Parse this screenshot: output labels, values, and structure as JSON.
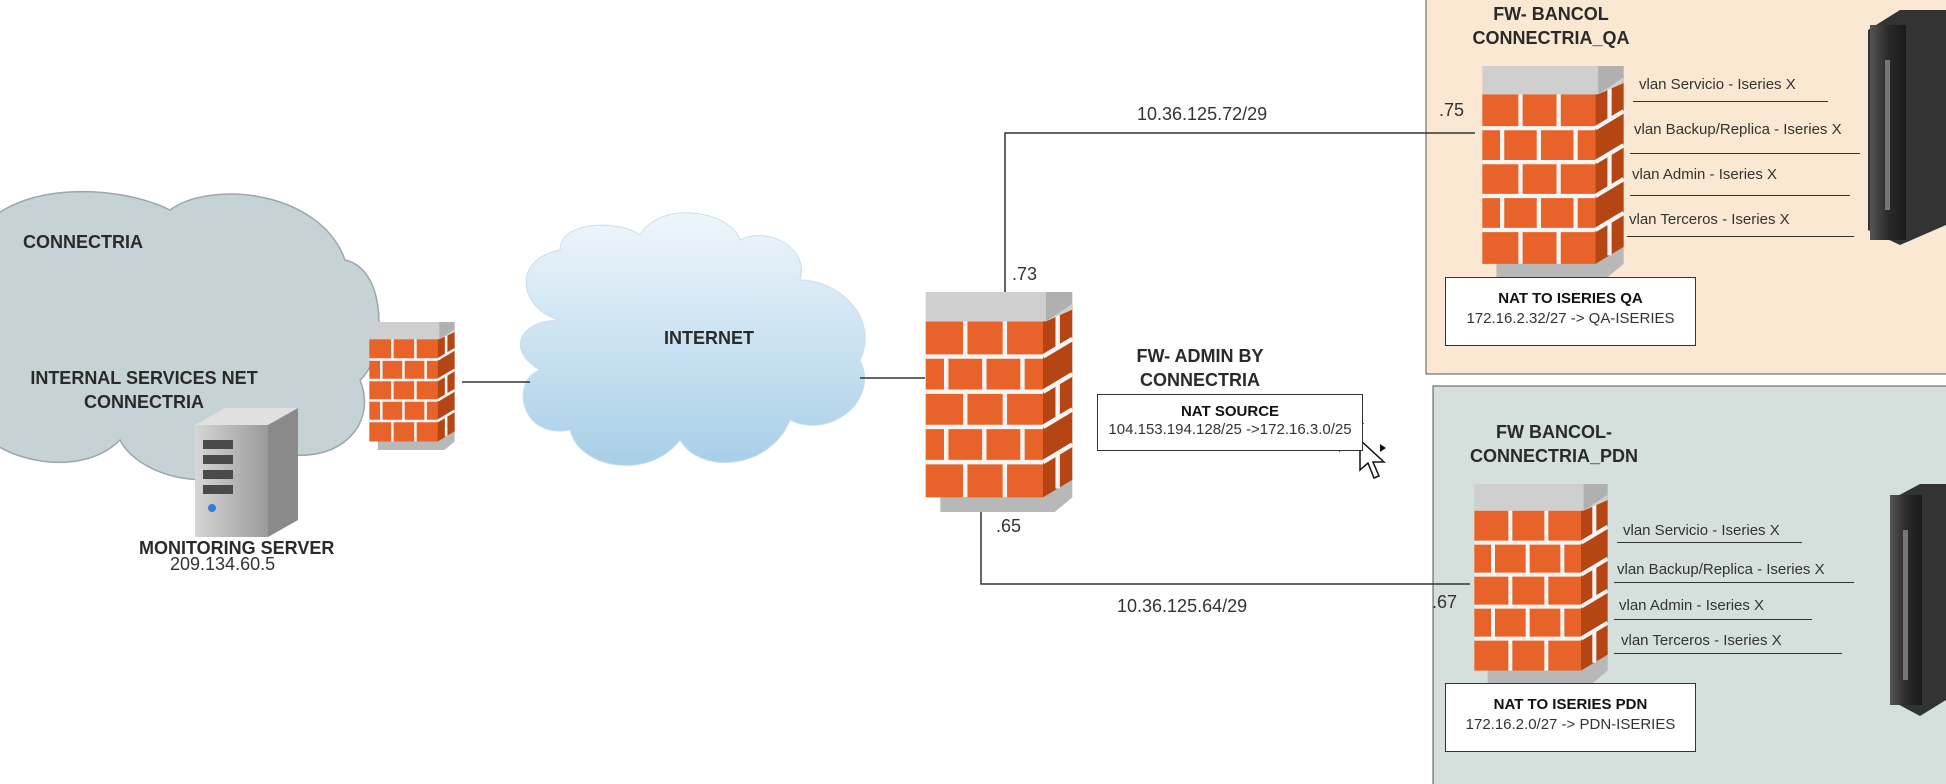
{
  "left_zone": {
    "title": "CONNECTRIA",
    "internal_net": [
      "INTERNAL SERVICES NET",
      "CONNECTRIA"
    ],
    "monitor_label": "MONITORING SERVER",
    "monitor_ip": "209.134.60.5"
  },
  "internet": {
    "label": "INTERNET"
  },
  "admin_fw": {
    "title": [
      "FW- ADMIN BY",
      "CONNECTRIA"
    ],
    "ip_top": ".73",
    "ip_bottom": ".65",
    "nat_title": "NAT SOURCE",
    "nat_rule": "104.153.194.128/25 ->172.16.3.0/25"
  },
  "links": {
    "qa_subnet": "10.36.125.72/29",
    "pdn_subnet": "10.36.125.64/29"
  },
  "qa": {
    "title": [
      "FW- BANCOL",
      "CONNECTRIA_QA"
    ],
    "ip": ".75",
    "vlans": [
      "vlan Servicio - Iseries X",
      "vlan Backup/Replica - Iseries X",
      "vlan Admin - Iseries X",
      "vlan Terceros - Iseries X"
    ],
    "nat_title": "NAT TO ISERIES QA",
    "nat_rule": "172.16.2.32/27 -> QA-ISERIES",
    "bg_color": "#fbe8d3"
  },
  "pdn": {
    "title": [
      "FW BANCOL-",
      "CONNECTRIA_PDN"
    ],
    "ip": ".67",
    "vlans": [
      "vlan Servicio - Iseries X",
      "vlan Backup/Replica - Iseries X",
      "vlan Admin - Iseries X",
      "vlan Terceros - Iseries X"
    ],
    "nat_title": "NAT TO ISERIES PDN",
    "nat_rule": "172.16.2.0/27 -> PDN-ISERIES",
    "bg_color": "#d5dfdc"
  }
}
